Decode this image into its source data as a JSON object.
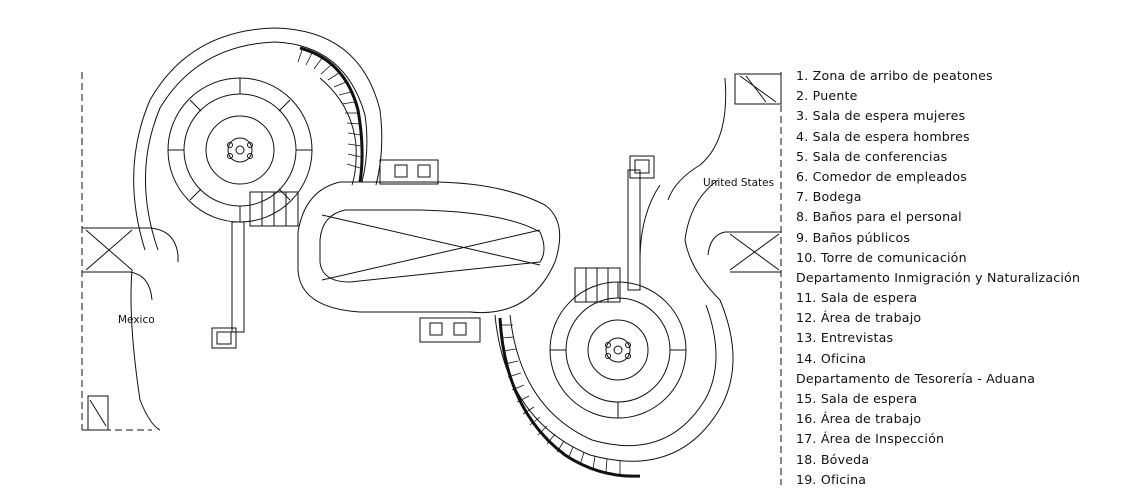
{
  "plan": {
    "label_mexico": "Mexico",
    "label_us": "United States"
  },
  "legend": {
    "items": [
      "1. Zona de arribo de peatones",
      "2. Puente",
      "3. Sala de espera mujeres",
      "4. Sala de espera hombres",
      "5. Sala de conferencias",
      "6. Comedor de empleados",
      "7. Bodega",
      "8. Baños para el personal",
      "9. Baños públicos",
      "10. Torre de comunicación",
      "Departamento Inmigración y Naturalización",
      "11. Sala de espera",
      "12. Área de trabajo",
      "13. Entrevistas",
      "14. Oficina",
      "Departamento de Tesorería - Aduana",
      "15. Sala de espera",
      "16. Área de trabajo",
      "17. Área de Inspección",
      "18. Bóveda",
      "19. Oficina"
    ]
  }
}
